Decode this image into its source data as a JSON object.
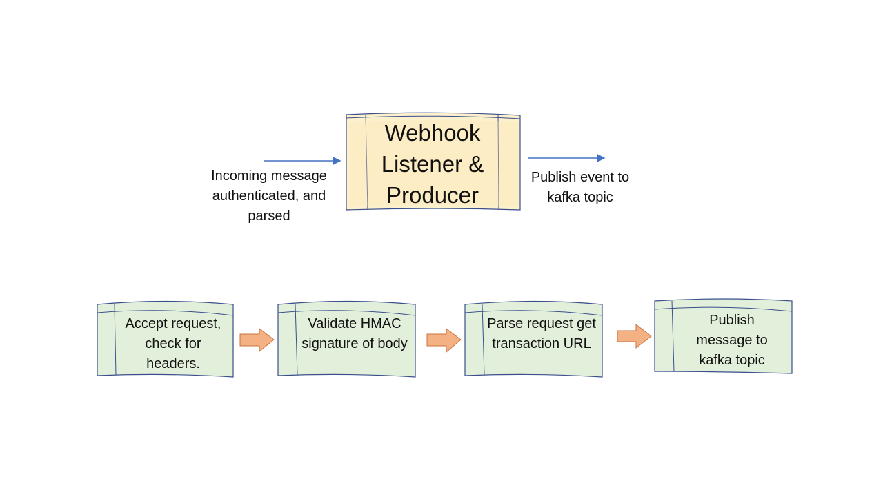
{
  "diagram": {
    "main_block": {
      "title": "Webhook Listener & Producer",
      "fill": "#fdf0cc"
    },
    "incoming_label": "Incoming message authenticated, and parsed",
    "outgoing_label": "Publish event to kafka topic",
    "steps": [
      {
        "text": "Accept request, check for headers."
      },
      {
        "text": "Validate HMAC signature of body"
      },
      {
        "text": "Parse request get transaction URL"
      },
      {
        "text": "Publish message to kafka topic"
      }
    ],
    "colors": {
      "outline": "#3a4f8c",
      "arrow_line": "#4472c4",
      "step_fill": "#e2efda",
      "step_arrow_fill": "#f4b183",
      "step_arrow_stroke": "#c9743f"
    }
  }
}
